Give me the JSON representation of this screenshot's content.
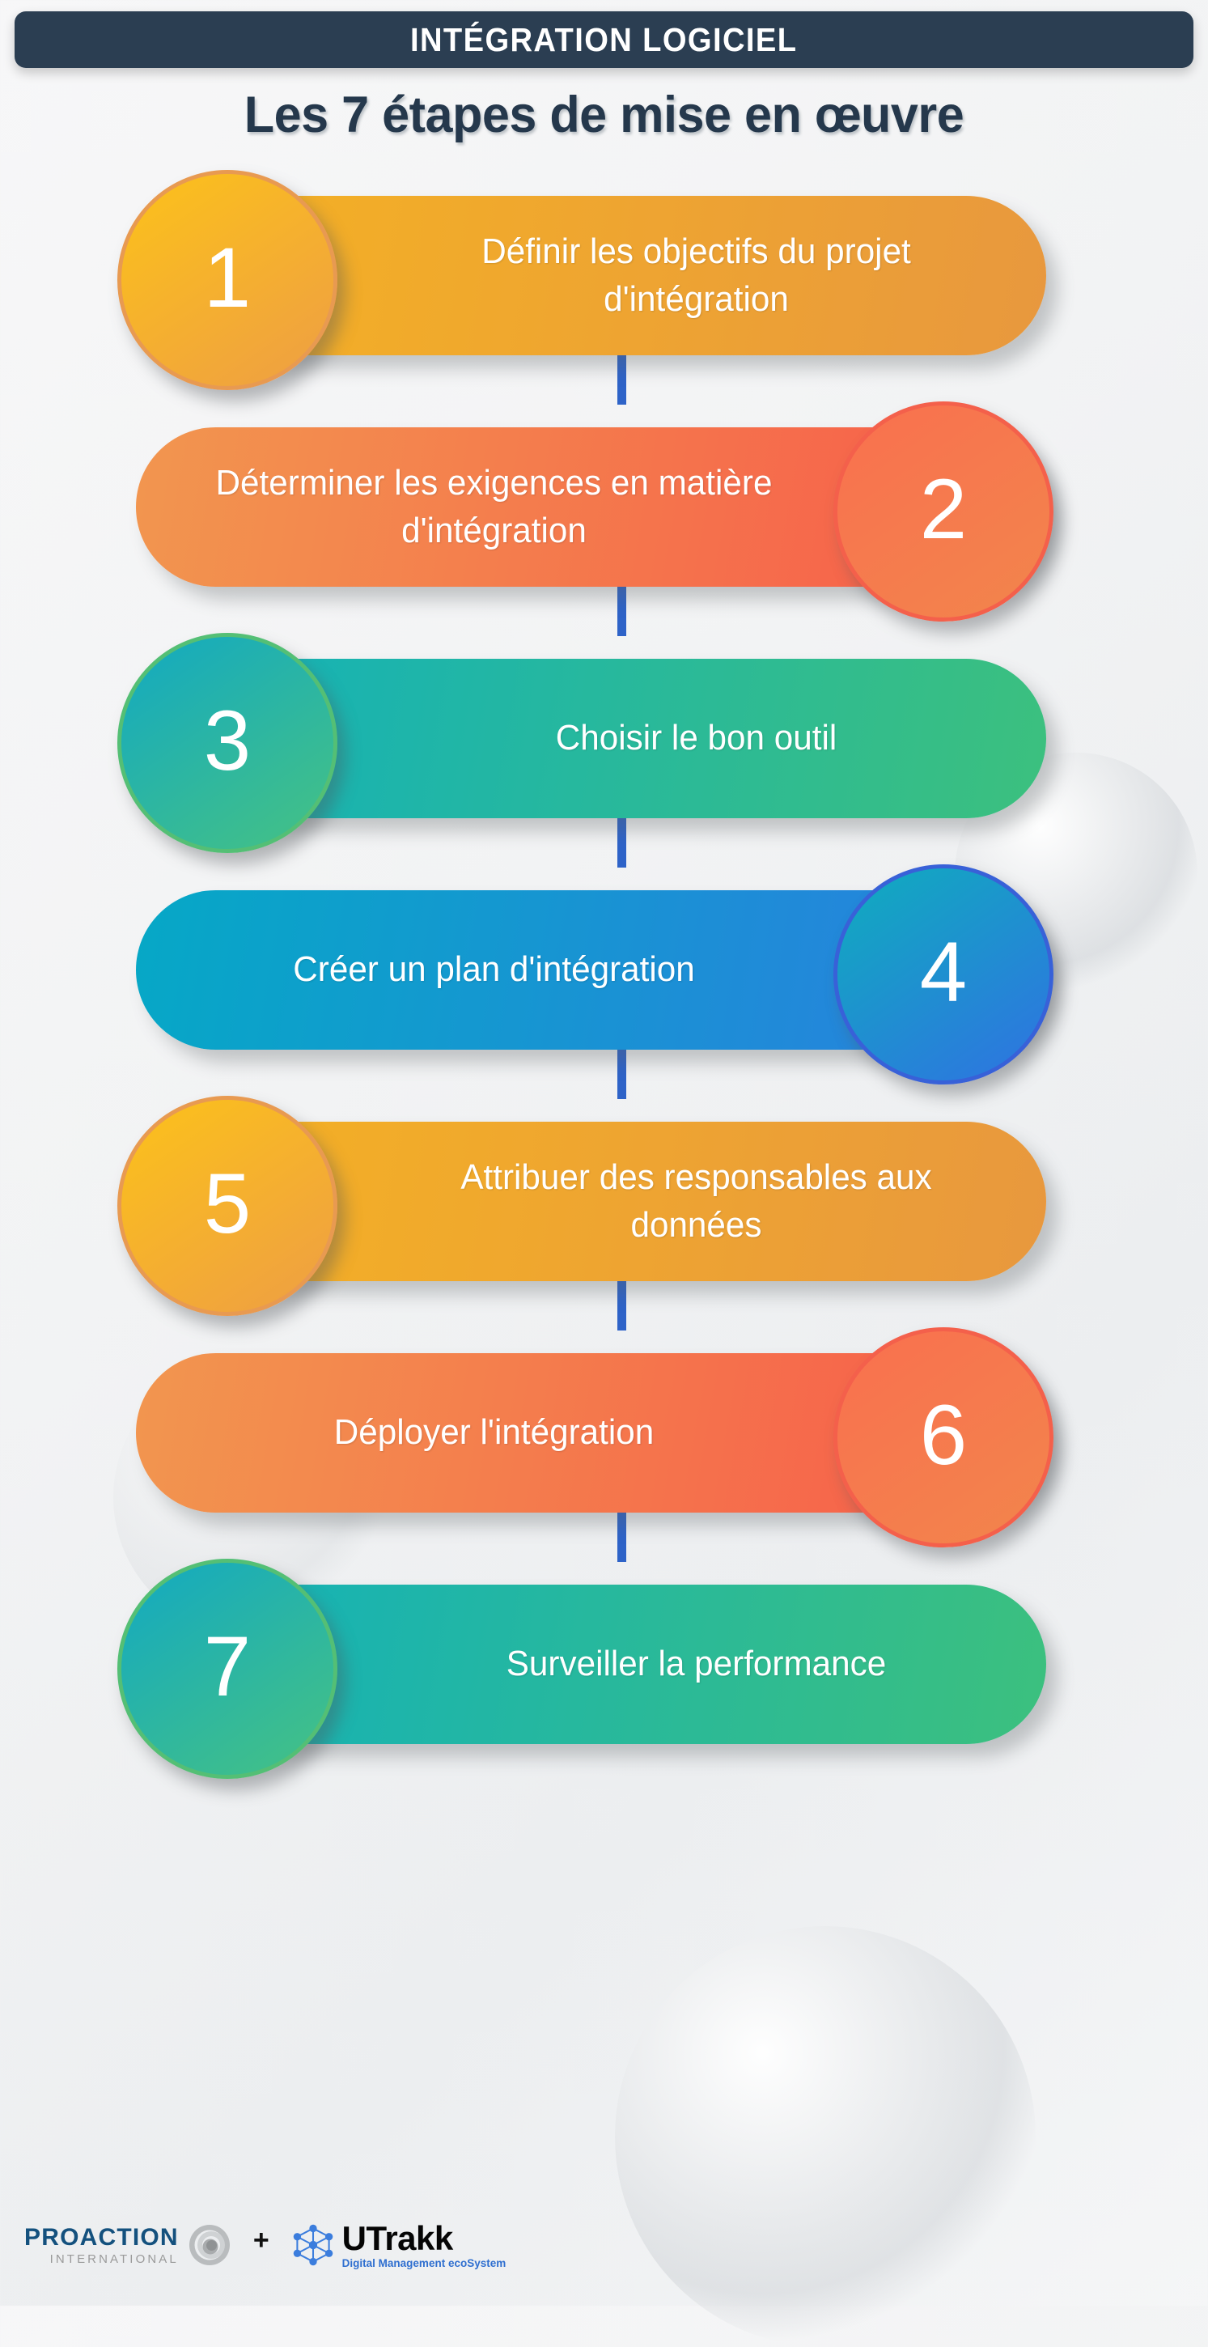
{
  "header": {
    "banner_title": "INTÉGRATION LOGICIEL",
    "subtitle": "Les 7 étapes de mise en œuvre",
    "banner_bg": "#2b3e52",
    "subtitle_color": "#25384c"
  },
  "connector_color": "#2e63c8",
  "steps": [
    {
      "number": "1",
      "label": "Définir les objectifs du projet d'intégration",
      "number_side": "left",
      "bar_from": "#f5b322",
      "bar_to": "#e8983e",
      "bubble_from": "#fcc21a",
      "bubble_to": "#ee9e44",
      "bubble_ring": "#e89a51"
    },
    {
      "number": "2",
      "label": "Déterminer les exigences en matière d'intégration",
      "number_side": "right",
      "bar_from": "#f2964f",
      "bar_to": "#f75a4a",
      "bubble_from": "#f9704f",
      "bubble_to": "#f2854c",
      "bubble_ring": "#f4604b"
    },
    {
      "number": "3",
      "label": "Choisir le bon outil",
      "number_side": "left",
      "bar_from": "#11b0bd",
      "bar_to": "#3cc07e",
      "bubble_from": "#12a9c2",
      "bubble_to": "#46c283",
      "bubble_ring": "#54bf75"
    },
    {
      "number": "4",
      "label": "Créer un plan d'intégration",
      "number_side": "right",
      "bar_from": "#06a8c6",
      "bar_to": "#2b7ee0",
      "bubble_from": "#0fadbe",
      "bubble_to": "#2f72e2",
      "bubble_ring": "#3861d8"
    },
    {
      "number": "5",
      "label": "Attribuer des responsables aux données",
      "number_side": "left",
      "bar_from": "#f5b322",
      "bar_to": "#e8983e",
      "bubble_from": "#fcc21a",
      "bubble_to": "#ee9e44",
      "bubble_ring": "#e89a51"
    },
    {
      "number": "6",
      "label": "Déployer l'intégration",
      "number_side": "right",
      "bar_from": "#f2964f",
      "bar_to": "#f75a4a",
      "bubble_from": "#f9704f",
      "bubble_to": "#f2854c",
      "bubble_ring": "#f4604b"
    },
    {
      "number": "7",
      "label": "Surveiller la performance",
      "number_side": "left",
      "bar_from": "#11b0bd",
      "bar_to": "#3cc07e",
      "bubble_from": "#12a9c2",
      "bubble_to": "#46c283",
      "bubble_ring": "#54bf75"
    }
  ],
  "footer": {
    "proaction_name": "PROACTION",
    "proaction_sub": "INTERNATIONAL",
    "plus": "+",
    "utrakk_name": "UTrakk",
    "utrakk_sub": "Digital Management ecoSystem",
    "proaction_color": "#14517e",
    "utrakk_accent": "#3b7ddd"
  }
}
